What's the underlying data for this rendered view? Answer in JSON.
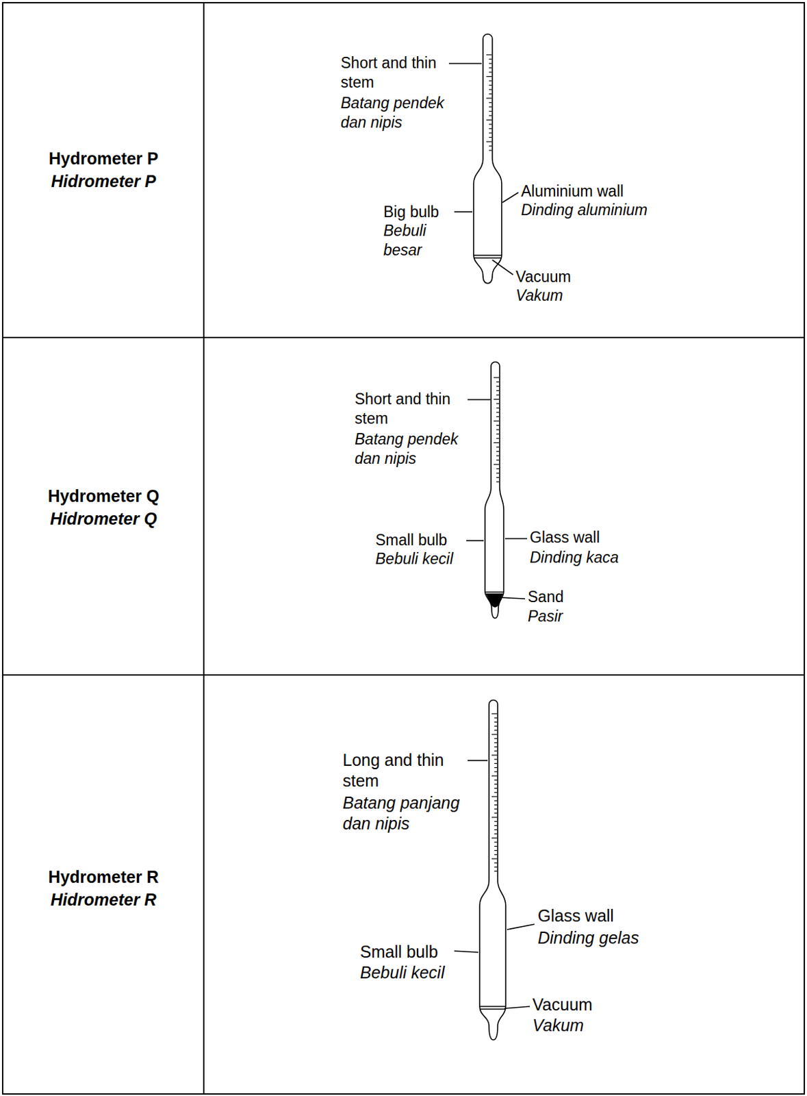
{
  "diagram": {
    "labels": [
      "Hydrometer P",
      "Hidrometer P",
      "Short and thin stem",
      "Batang pendek dan nipis",
      "Aluminium wall",
      "Dinding aluminium",
      "Big bulb",
      "Bebuli besar",
      "Vacuum",
      "Vakum",
      "Hydrometer Q",
      "Hidrometer Q",
      "Short and thin stem",
      "Batang pendek dan nipis",
      "Small bulb",
      "Bebuli kecil",
      "Glass wall",
      "Dinding kaca",
      "Sand",
      "Pasir",
      "Hydrometer R",
      "Hidrometer R",
      "Long and thin stem",
      "Batang panjang dan nipis",
      "Glass wall",
      "Dinding gelas",
      "Small bulb",
      "Bebuli kecil",
      "Vacuum",
      "Vakum"
    ]
  }
}
